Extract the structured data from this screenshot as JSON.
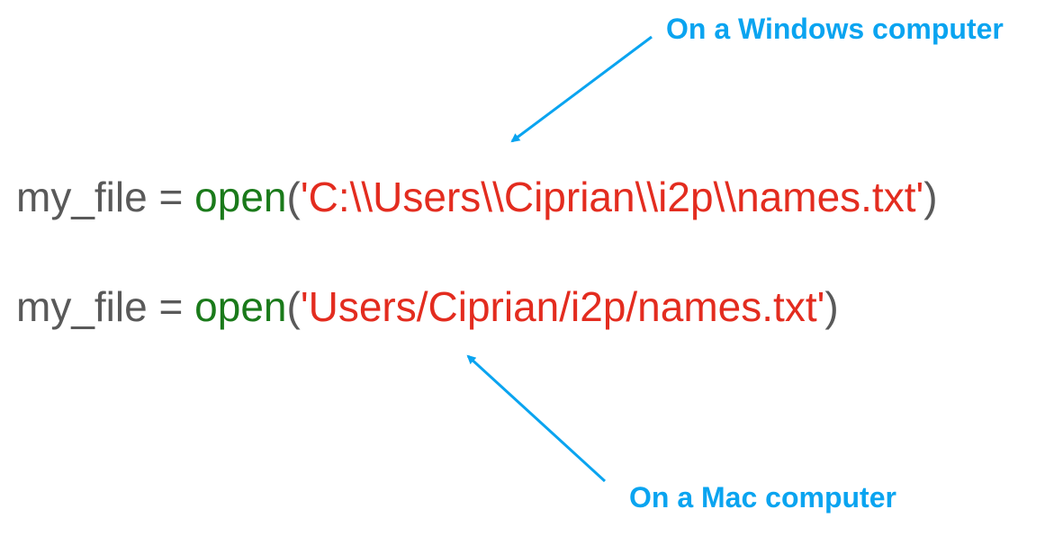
{
  "annotations": {
    "windows": "On a Windows computer",
    "mac": "On a Mac computer"
  },
  "code": {
    "windows": {
      "var": "my_file",
      "op": " = ",
      "fn": "open",
      "open_paren": "(",
      "arg": "'C:\\\\Users\\\\Ciprian\\\\i2p\\\\names.txt'",
      "close_paren": ")"
    },
    "mac": {
      "var": "my_file",
      "op": " = ",
      "fn": "open",
      "open_paren": "(",
      "arg": "'Users/Ciprian/i2p/names.txt'",
      "close_paren": ")"
    }
  },
  "colors": {
    "variable": "#595959",
    "function": "#1a7a1a",
    "string": "#e32c1f",
    "annotation": "#0aa4f0"
  }
}
